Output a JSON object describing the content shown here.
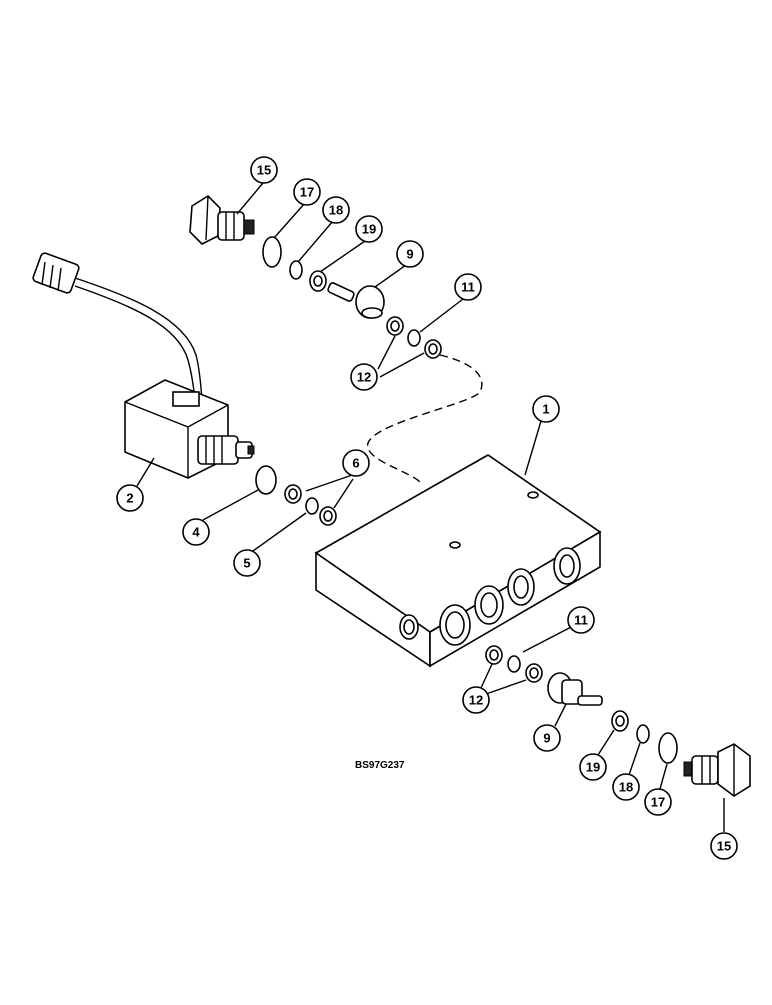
{
  "figure_code": "BS97G237",
  "callouts": {
    "c1": "1",
    "c2": "2",
    "c4": "4",
    "c5": "5",
    "c6": "6",
    "c9a": "9",
    "c9b": "9",
    "c11a": "11",
    "c11b": "11",
    "c12a": "12",
    "c12b": "12",
    "c15a": "15",
    "c15b": "15",
    "c17a": "17",
    "c17b": "17",
    "c18a": "18",
    "c18b": "18",
    "c19a": "19",
    "c19b": "19"
  }
}
